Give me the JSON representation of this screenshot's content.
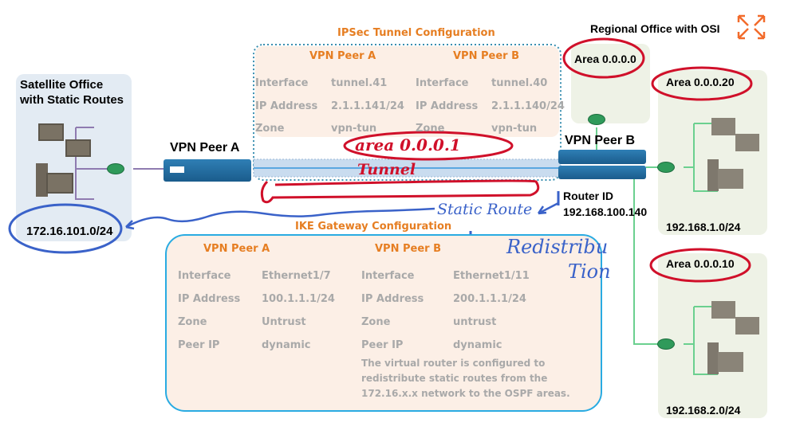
{
  "satellite": {
    "title_line1": "Satellite Office",
    "title_line2": "with Static Routes",
    "subnet": "172.16.101.0/24"
  },
  "peer_a_label": "VPN Peer A",
  "peer_b_label": "VPN Peer B",
  "router_id": {
    "label": "Router ID",
    "value": "192.168.100.140"
  },
  "ipsec": {
    "title": "IPSec Tunnel Configuration",
    "peer_a": {
      "header": "VPN Peer A",
      "rows": [
        [
          "Interface",
          "tunnel.41"
        ],
        [
          "IP Address",
          "2.1.1.141/24"
        ],
        [
          "Zone",
          "vpn-tun"
        ]
      ]
    },
    "peer_b": {
      "header": "VPN Peer B",
      "rows": [
        [
          "Interface",
          "tunnel.40"
        ],
        [
          "IP Address",
          "2.1.1.140/24"
        ],
        [
          "Zone",
          "vpn-tun"
        ]
      ]
    }
  },
  "ike": {
    "title": "IKE Gateway Configuration",
    "peer_a": {
      "header": "VPN Peer A",
      "rows": [
        [
          "Interface",
          "Ethernet1/7"
        ],
        [
          "IP Address",
          "100.1.1.1/24"
        ],
        [
          "Zone",
          "Untrust"
        ],
        [
          "Peer IP",
          "dynamic"
        ]
      ]
    },
    "peer_b": {
      "header": "VPN Peer B",
      "rows": [
        [
          "Interface",
          "Ethernet1/11"
        ],
        [
          "IP Address",
          "200.1.1.1/24"
        ],
        [
          "Zone",
          "untrust"
        ],
        [
          "Peer IP",
          "dynamic"
        ]
      ]
    },
    "note": "The virtual router is configured to redistribute static routes from the 172.16.x.x network to the OSPF areas."
  },
  "regional": {
    "title": "Regional Office with OSI",
    "area0": "Area 0.0.0.0",
    "area20": "Area 0.0.0.20",
    "area20_subnet": "192.168.1.0/24",
    "area10": "Area 0.0.0.10",
    "area10_subnet": "192.168.2.0/24"
  },
  "annotations": {
    "area": "area 0.0.0.1",
    "tunnel": "Tunnel",
    "static_route": "Static Route",
    "redistribution_1": "Redistribu",
    "redistribution_2": "Tion"
  },
  "colors": {
    "orange": "#e67e22",
    "red_ink": "#d0102a",
    "blue_ink": "#3a62c9",
    "ike_border": "#29abe2"
  }
}
